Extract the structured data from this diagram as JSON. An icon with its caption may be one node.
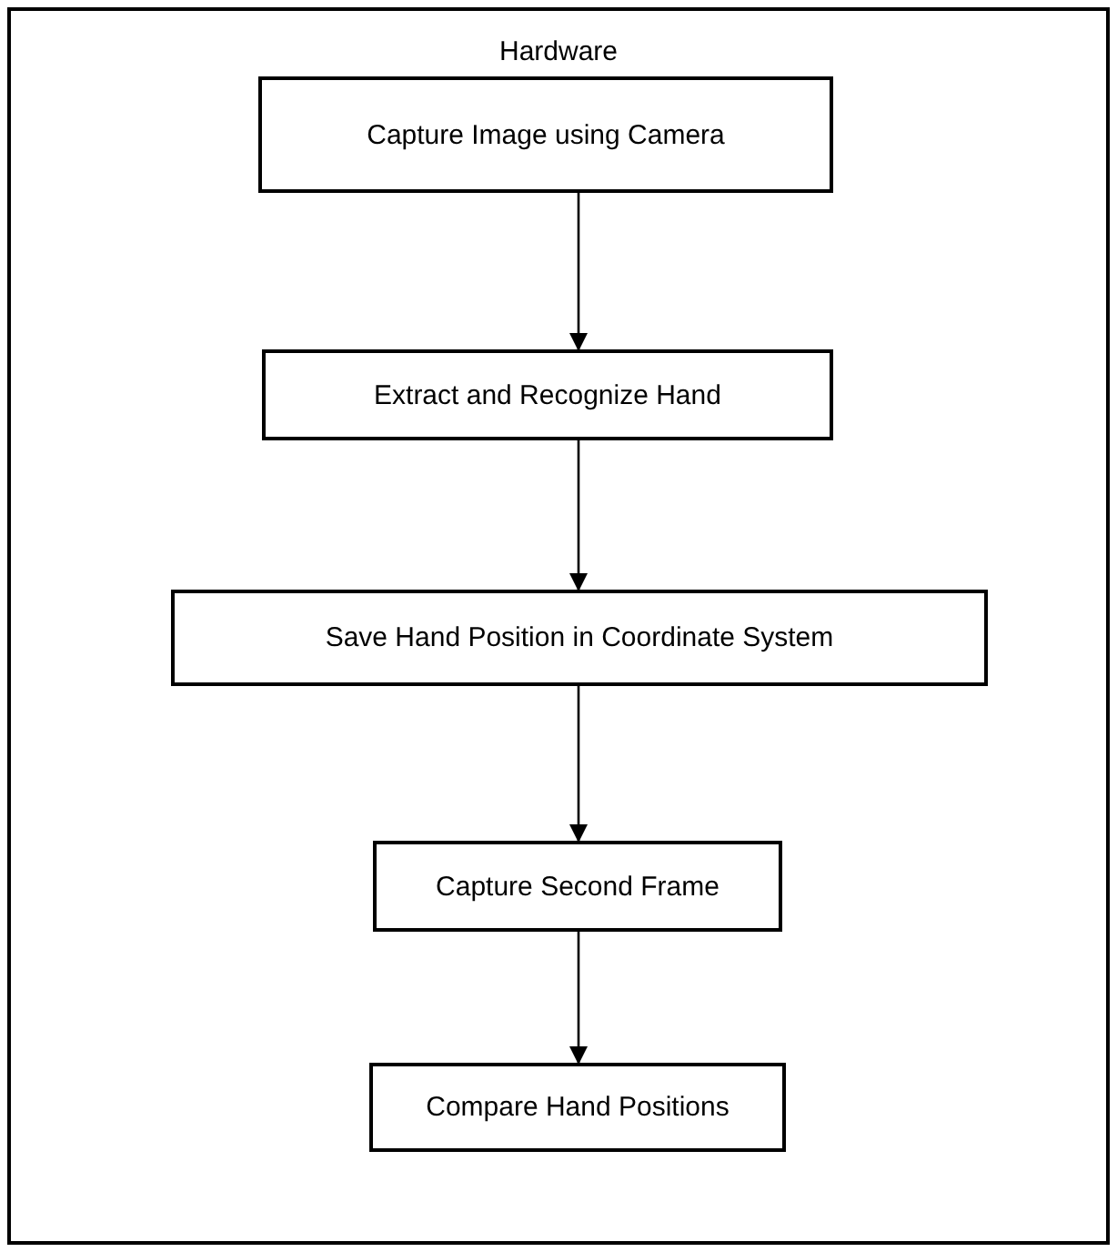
{
  "diagram": {
    "nodes": [
      {
        "text": [
          "Hardware"
        ]
      },
      {
        "text": [
          "Capture Image using Camera"
        ],
        "in": 0
      },
      {
        "text": [
          "Extract and Recognize Hand"
        ],
        "in": 0
      },
      {
        "text": [
          "Save Hand Position in Coordinate System"
        ],
        "in": 0
      },
      {
        "text": [
          "Capture Second Frame"
        ],
        "in": 0
      },
      {
        "text": [
          "Compare Hand Positions"
        ],
        "in": 0
      }
    ],
    "edges": [
      {
        "from": 1,
        "to": 2,
        "arrow": "to"
      },
      {
        "from": 2,
        "to": 3,
        "arrow": "to"
      },
      {
        "from": 3,
        "to": 4,
        "arrow": "to"
      },
      {
        "from": 4,
        "to": 5,
        "arrow": "to"
      }
    ]
  }
}
